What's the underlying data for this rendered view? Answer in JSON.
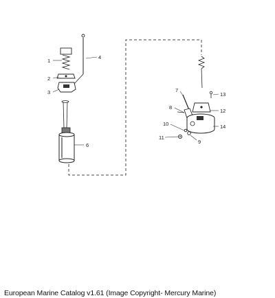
{
  "callouts": {
    "c1": "1",
    "c2": "2",
    "c3": "3",
    "c4": "4",
    "c6": "6",
    "c7": "7",
    "c8": "8",
    "c9": "9",
    "c10": "10",
    "c11": "11",
    "c12": "12",
    "c13": "13",
    "c14": "14"
  },
  "caption": "European Marine Catalog v1.61 (Image Copyright- Mercury Marine)"
}
